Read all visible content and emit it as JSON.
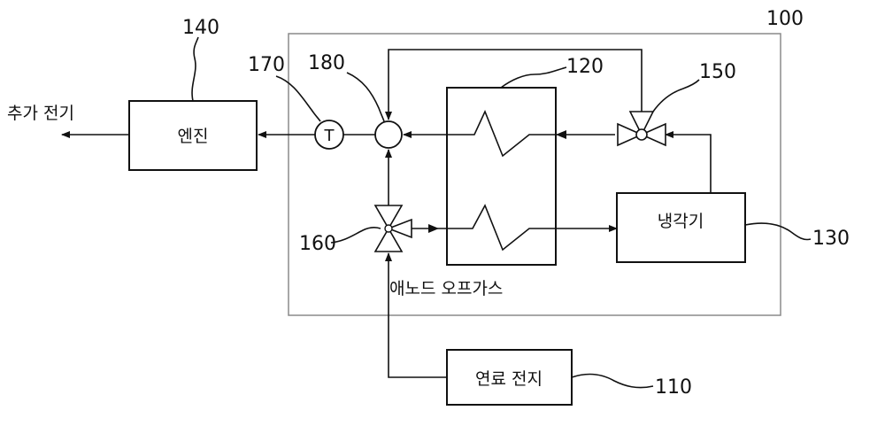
{
  "labels": {
    "system_number": "100",
    "fuel_cell_number": "110",
    "heat_exchanger_number": "120",
    "cooler_number": "130",
    "engine_number": "140",
    "valve_top_number": "150",
    "valve_left_number": "160",
    "temp_sensor_number": "170",
    "mixer_number": "180",
    "engine_label": "엔진",
    "cooler_label": "냉각기",
    "fuel_cell_label": "연료 전지",
    "extra_power_label": "추가 전기",
    "anode_offgas_label": "애노드 오프가스",
    "temp_sensor_symbol": "T"
  },
  "colors": {
    "line": "#111111",
    "system_border": "#8a8a8a",
    "background": "#ffffff"
  }
}
